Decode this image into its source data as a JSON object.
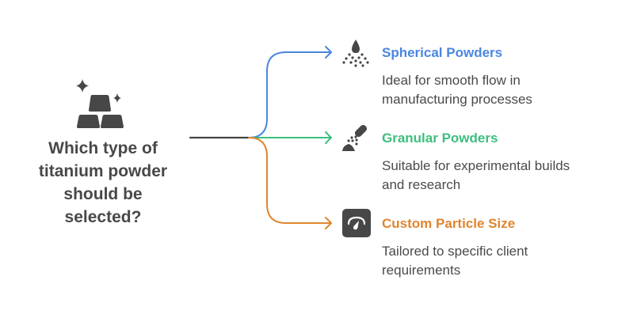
{
  "colors": {
    "root_line": "#444444",
    "spherical": "#4a86e0",
    "granular": "#3cbf7e",
    "custom": "#e0852f",
    "text_dark": "#484848",
    "icon_dark": "#474747"
  },
  "root": {
    "icon": "gold-bars-sparkle-icon",
    "question_lines": [
      "Which type of",
      "titanium powder",
      "should be",
      "selected?"
    ]
  },
  "branches": [
    {
      "icon": "spray-droplet-icon",
      "title": "Spherical Powders",
      "description_lines": [
        "Ideal for smooth flow in",
        "manufacturing processes"
      ]
    },
    {
      "icon": "powder-dispenser-icon",
      "title": "Granular Powders",
      "description_lines": [
        "Suitable for experimental builds",
        "and research"
      ]
    },
    {
      "icon": "gauge-icon",
      "title": "Custom Particle Size",
      "description_lines": [
        "Tailored to specific client",
        "requirements"
      ]
    }
  ]
}
